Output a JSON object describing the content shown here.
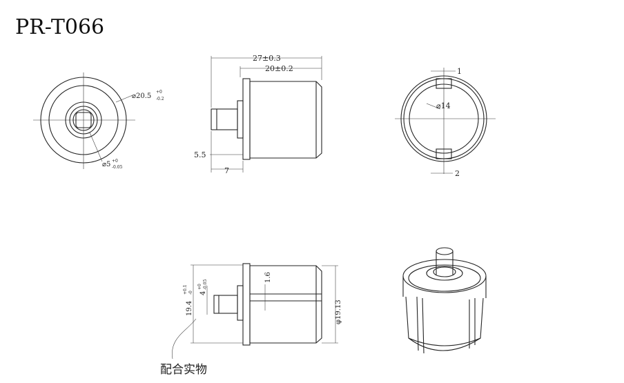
{
  "title": "PR-T066",
  "dims": {
    "outer_dia": "⌀20.5",
    "outer_dia_tol_upper": "+0",
    "outer_dia_tol_lower": "-0.2",
    "inner_dia": "⌀5",
    "inner_dia_tol_upper": "+0",
    "inner_dia_tol_lower": "-0.05",
    "total_length": "27±0.3",
    "body_length": "20±0.2",
    "shaft_offset": "5.5",
    "shaft_length": "7",
    "bore_dia": "⌀14",
    "slot_width": "1",
    "slot_depth": "2",
    "flat_height": "19.4",
    "flat_height_tol_upper": "+0.1",
    "flat_height_tol_lower": "-0",
    "flat_width": "4",
    "flat_width_tol_upper": "+0",
    "flat_width_tol_lower": "-0.05",
    "groove": "1.6",
    "body_dia": "φ19.13"
  },
  "note": "配合实物"
}
